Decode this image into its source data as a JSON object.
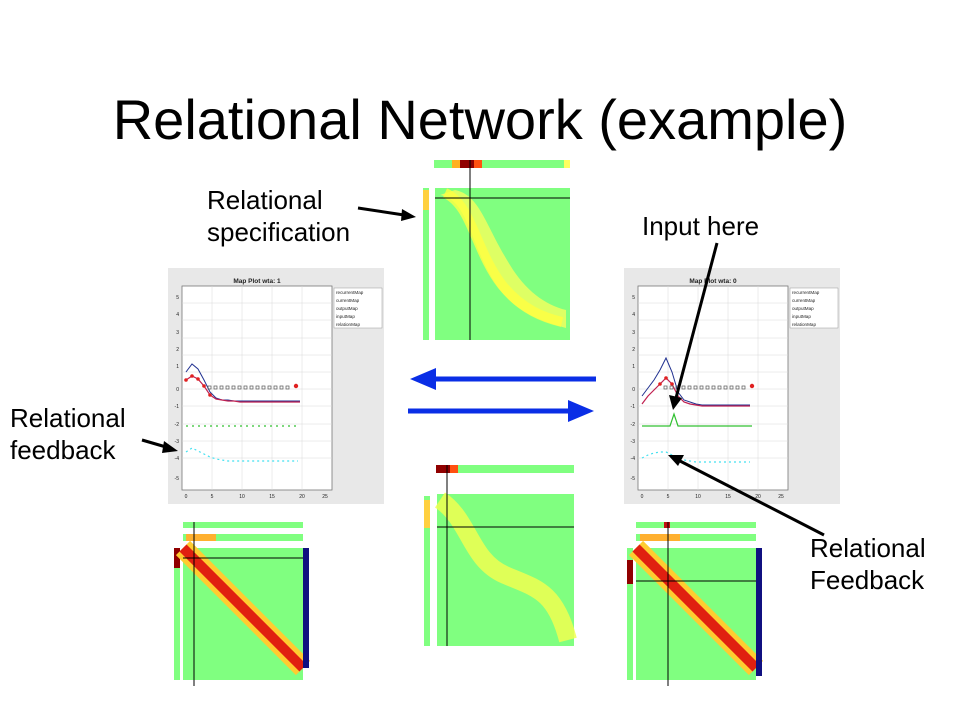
{
  "slide": {
    "title": "Relational Network (example)",
    "labels": {
      "relational_specification": [
        "Relational",
        "specification"
      ],
      "input_here": "Input here",
      "relational_feedback_left": [
        "Relational",
        "feedback"
      ],
      "relational_feedback_right": [
        "Relational",
        "Feedback"
      ]
    }
  },
  "plots": {
    "left": {
      "title": "Map Plot wta: 1",
      "legend": [
        "recurrentMap",
        "currentMap",
        "outputMap",
        "inputMap",
        "relationMap"
      ],
      "y_ticks": [
        "5",
        "4",
        "3",
        "2",
        "1",
        "0",
        "-1",
        "-2",
        "-3",
        "-4",
        "-5"
      ],
      "x_ticks": [
        "0",
        "5",
        "10",
        "15",
        "20",
        "25"
      ]
    },
    "right": {
      "title": "Map Plot wta: 0",
      "legend": [
        "recurrentMap",
        "currentMap",
        "outputMap",
        "inputMap",
        "relationMap"
      ],
      "y_ticks": [
        "5",
        "4",
        "3",
        "2",
        "1",
        "0",
        "-1",
        "-2",
        "-3",
        "-4",
        "-5"
      ],
      "x_ticks": [
        "0",
        "5",
        "10",
        "15",
        "20",
        "25"
      ]
    }
  },
  "colors": {
    "arrow_blue": "#0a2ee6",
    "heat_green": "#80ff80",
    "heat_yellow": "#ffff40",
    "heat_red": "#d01010",
    "heat_dark_blue": "#101080"
  }
}
